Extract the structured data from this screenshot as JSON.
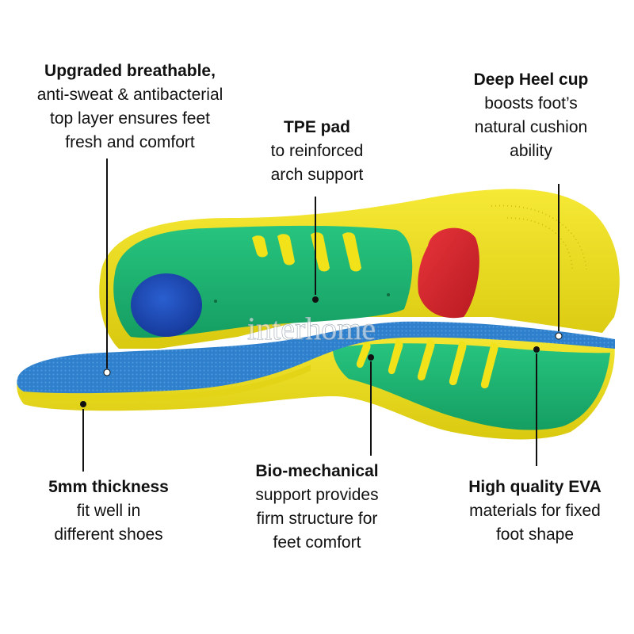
{
  "callouts": {
    "top_layer": {
      "heading": "Upgraded breathable,",
      "lines": [
        "anti-sweat & antibacterial",
        "top layer ensures feet",
        "fresh and comfort"
      ]
    },
    "tpe_pad": {
      "heading": "TPE pad",
      "lines": [
        "to reinforced",
        "arch support"
      ]
    },
    "heel_cup": {
      "heading": "Deep Heel cup",
      "lines": [
        "boosts foot’s",
        "natural cushion",
        "ability"
      ]
    },
    "thickness": {
      "heading": "5mm thickness",
      "lines": [
        "fit well in",
        "different shoes"
      ]
    },
    "bio_mechanical": {
      "heading": "Bio-mechanical",
      "lines": [
        "support provides",
        "firm structure for",
        "feet comfort"
      ]
    },
    "eva": {
      "heading": "High quality EVA",
      "lines": [
        "materials for fixed",
        "foot shape"
      ]
    }
  },
  "watermark": "interhome",
  "colors": {
    "yellow": "#f2e21a",
    "green": "#1fb774",
    "blue_mesh": "#2d7ec9",
    "blue_pad": "#1d47b8",
    "red_pad": "#d8232b",
    "leader_line": "#111111"
  }
}
